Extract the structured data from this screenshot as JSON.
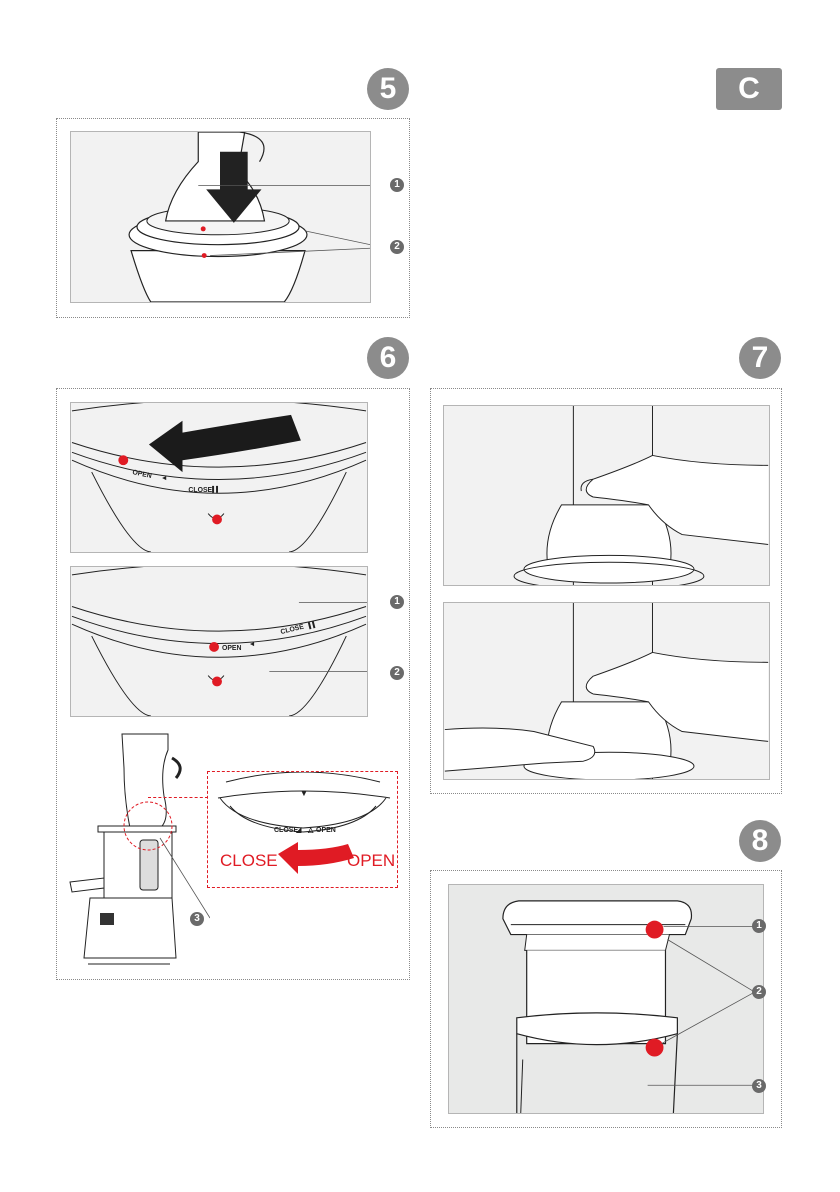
{
  "steps": {
    "s5": "5",
    "s6": "6",
    "s7": "7",
    "s8": "8"
  },
  "section": "C",
  "callouts": {
    "c1": "1",
    "c2": "2",
    "c3": "3"
  },
  "dial": {
    "open": "OPEN",
    "close": "CLOSE"
  },
  "detail": {
    "close": "CLOSE",
    "open": "OPEN"
  },
  "colors": {
    "accent_red": "#e01b24",
    "badge_grey": "#8c8c8c",
    "panel_bg": "#f2f2f2"
  }
}
